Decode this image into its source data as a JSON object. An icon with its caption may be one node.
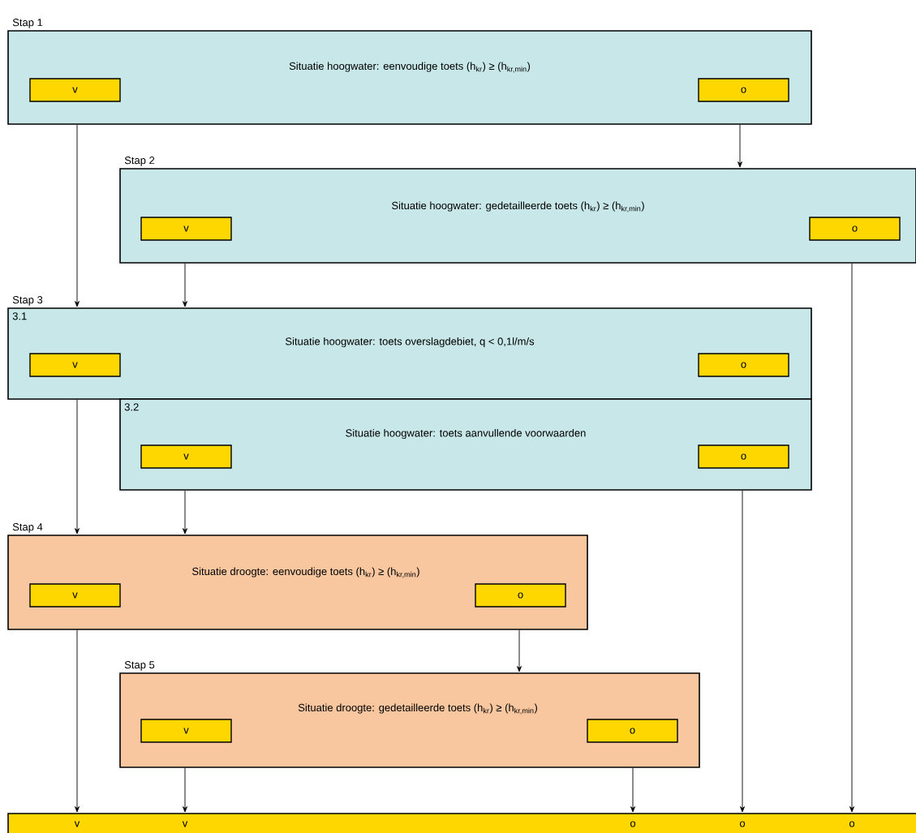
{
  "diagram": {
    "nodes": [
      {
        "text": [
          "Stap 1",
          "Situatie hoogwater: eenvoudige toets  (h$_{kr}$) ≥ (h$_{kr,min}$)"
        ]
      },
      {
        "text": [
          "v"
        ],
        "in": 0
      },
      {
        "text": [
          "o"
        ],
        "in": 0
      },
      {
        "text": [
          "Stap 2",
          "Situatie hoogwater: gedetailleerde toets  (h$_{kr}$) ≥ (h$_{kr,min}$)"
        ]
      },
      {
        "text": [
          "v"
        ],
        "in": 3
      },
      {
        "text": [
          "o"
        ],
        "in": 3
      },
      {
        "text": [
          "3.1",
          "Situatie hoogwater: toets overslagdebiet, q < 0,1l/m/s"
        ]
      },
      {
        "text": [
          "v"
        ],
        "in": 6
      },
      {
        "text": [
          "o"
        ],
        "in": 6
      },
      {
        "text": [
          "3.2",
          "Situatie hoogwater: toets aanvullende voorwaarden"
        ]
      },
      {
        "text": [
          "v"
        ],
        "in": 9
      },
      {
        "text": [
          "o"
        ],
        "in": 9
      },
      {
        "text": [
          "Stap 4",
          "Situatie droogte: eenvoudige toets  (h$_{kr}$) ≥ (h$_{kr,min}$)"
        ]
      },
      {
        "text": [
          "v"
        ],
        "in": 12
      },
      {
        "text": [
          "o"
        ],
        "in": 12
      },
      {
        "text": [
          "Stap 5",
          "Situatie droogte: gedetailleerde toets  (h$_{kr}$) ≥ (h$_{kr,min}$)"
        ]
      },
      {
        "text": [
          "v"
        ],
        "in": 15
      },
      {
        "text": [
          "o"
        ],
        "in": 15
      },
      {
        "text": [
          "v",
          "v",
          "o",
          "o",
          "o"
        ]
      }
    ],
    "edges": [
      {
        "from": 0,
        "to": 6,
        "arrow": "to"
      },
      {
        "from": 0,
        "to": 3,
        "arrow": "to"
      },
      {
        "from": 3,
        "to": 6,
        "arrow": "to"
      },
      {
        "from": 3,
        "to": 18,
        "arrow": "to"
      },
      {
        "from": 6,
        "to": 12,
        "arrow": "to"
      },
      {
        "from": 9,
        "to": 12,
        "arrow": "to"
      },
      {
        "from": 9,
        "to": 18,
        "arrow": "to"
      },
      {
        "from": 12,
        "to": 18,
        "arrow": "to"
      },
      {
        "from": 12,
        "to": 15,
        "arrow": "to"
      },
      {
        "from": 15,
        "to": 18,
        "arrow": "to"
      },
      {
        "from": 15,
        "to": 18,
        "arrow": "to"
      }
    ],
    "labels": [
      "Stap 3"
    ]
  }
}
